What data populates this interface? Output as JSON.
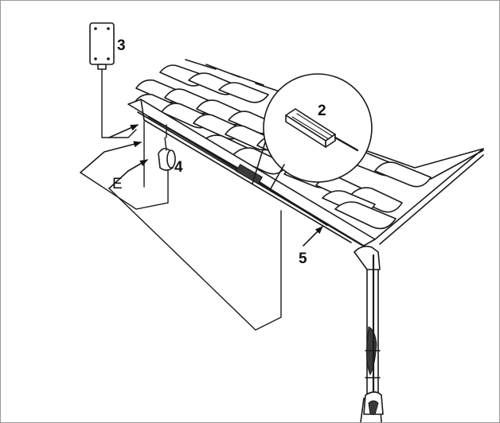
{
  "diagram": {
    "callouts": {
      "c2": "2",
      "c3": "3",
      "c4": "4",
      "c5": "5",
      "e": "E"
    }
  }
}
